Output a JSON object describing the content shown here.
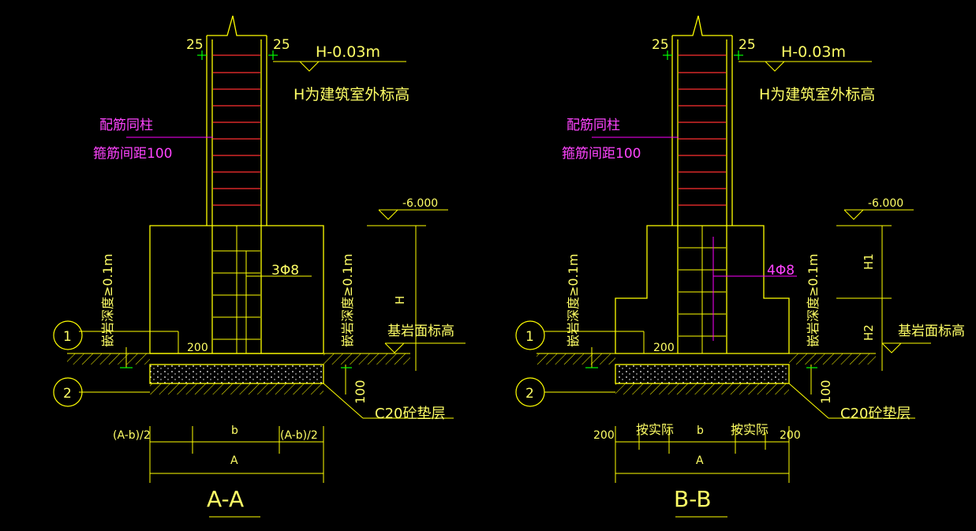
{
  "colors": {
    "background": "#000000",
    "outline": "#ffff00",
    "rebar": "#ff3030",
    "annotation": "#ff00ff",
    "dim_marker": "#00ff00",
    "text": "#ffff66"
  },
  "sections": [
    {
      "id": "A-A",
      "title": "A-A",
      "cover_left": "25",
      "cover_right": "25",
      "elevation_top": "H-0.03m",
      "elevation_note": "H为建筑室外标高",
      "rebar_note_1": "配筋同柱",
      "rebar_note_2": "箍筋间距100",
      "level": "-6.000",
      "height_label": "H",
      "stirrup_label": "3Φ8",
      "embed_note_left": "嵌岩深度≥0.1m",
      "embed_note_right": "嵌岩深度≥0.1m",
      "rock_top": "基岩面标高",
      "dim_200": "200",
      "pad_thickness": "100",
      "pad_label": "C20砼垫层",
      "callout_1": "1",
      "callout_2": "2",
      "dim_left": "(A-b)/2",
      "dim_mid": "b",
      "dim_right": "(A-b)/2",
      "dim_total": "A"
    },
    {
      "id": "B-B",
      "title": "B-B",
      "cover_left": "25",
      "cover_right": "25",
      "elevation_top": "H-0.03m",
      "elevation_note": "H为建筑室外标高",
      "rebar_note_1": "配筋同柱",
      "rebar_note_2": "箍筋间距100",
      "level": "-6.000",
      "height_label_1": "H1",
      "height_label_2": "H2",
      "stirrup_label": "4Φ8",
      "embed_note_left": "嵌岩深度≥0.1m",
      "embed_note_right": "嵌岩深度≥0.1m",
      "rock_top": "基岩面标高",
      "dim_200": "200",
      "pad_thickness": "100",
      "pad_label": "C20砼垫层",
      "callout_1": "1",
      "callout_2": "2",
      "dim_left": "200",
      "dim_left2": "按实际",
      "dim_mid": "b",
      "dim_right2": "按实际",
      "dim_right": "200",
      "dim_total": "A"
    }
  ]
}
